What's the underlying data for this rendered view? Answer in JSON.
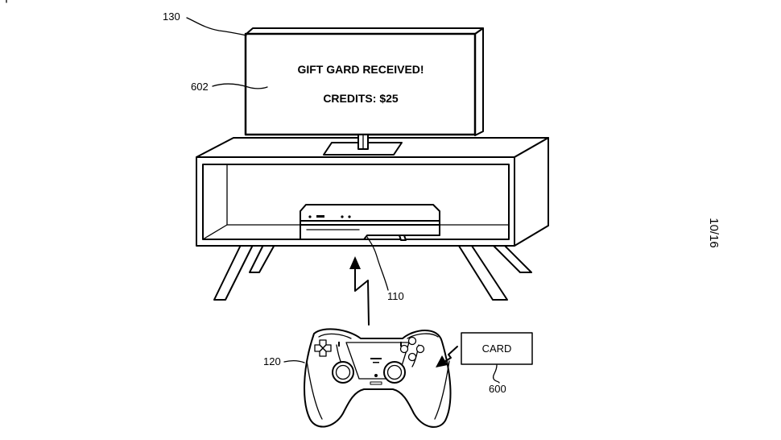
{
  "screen": {
    "line1": "GIFT GARD RECEIVED!",
    "line2": "CREDITS: $25"
  },
  "card": {
    "label": "CARD"
  },
  "refs": {
    "tv": "130",
    "screen": "602",
    "console": "110",
    "controller": "120",
    "card": "600"
  },
  "sheet_number": "10/16"
}
